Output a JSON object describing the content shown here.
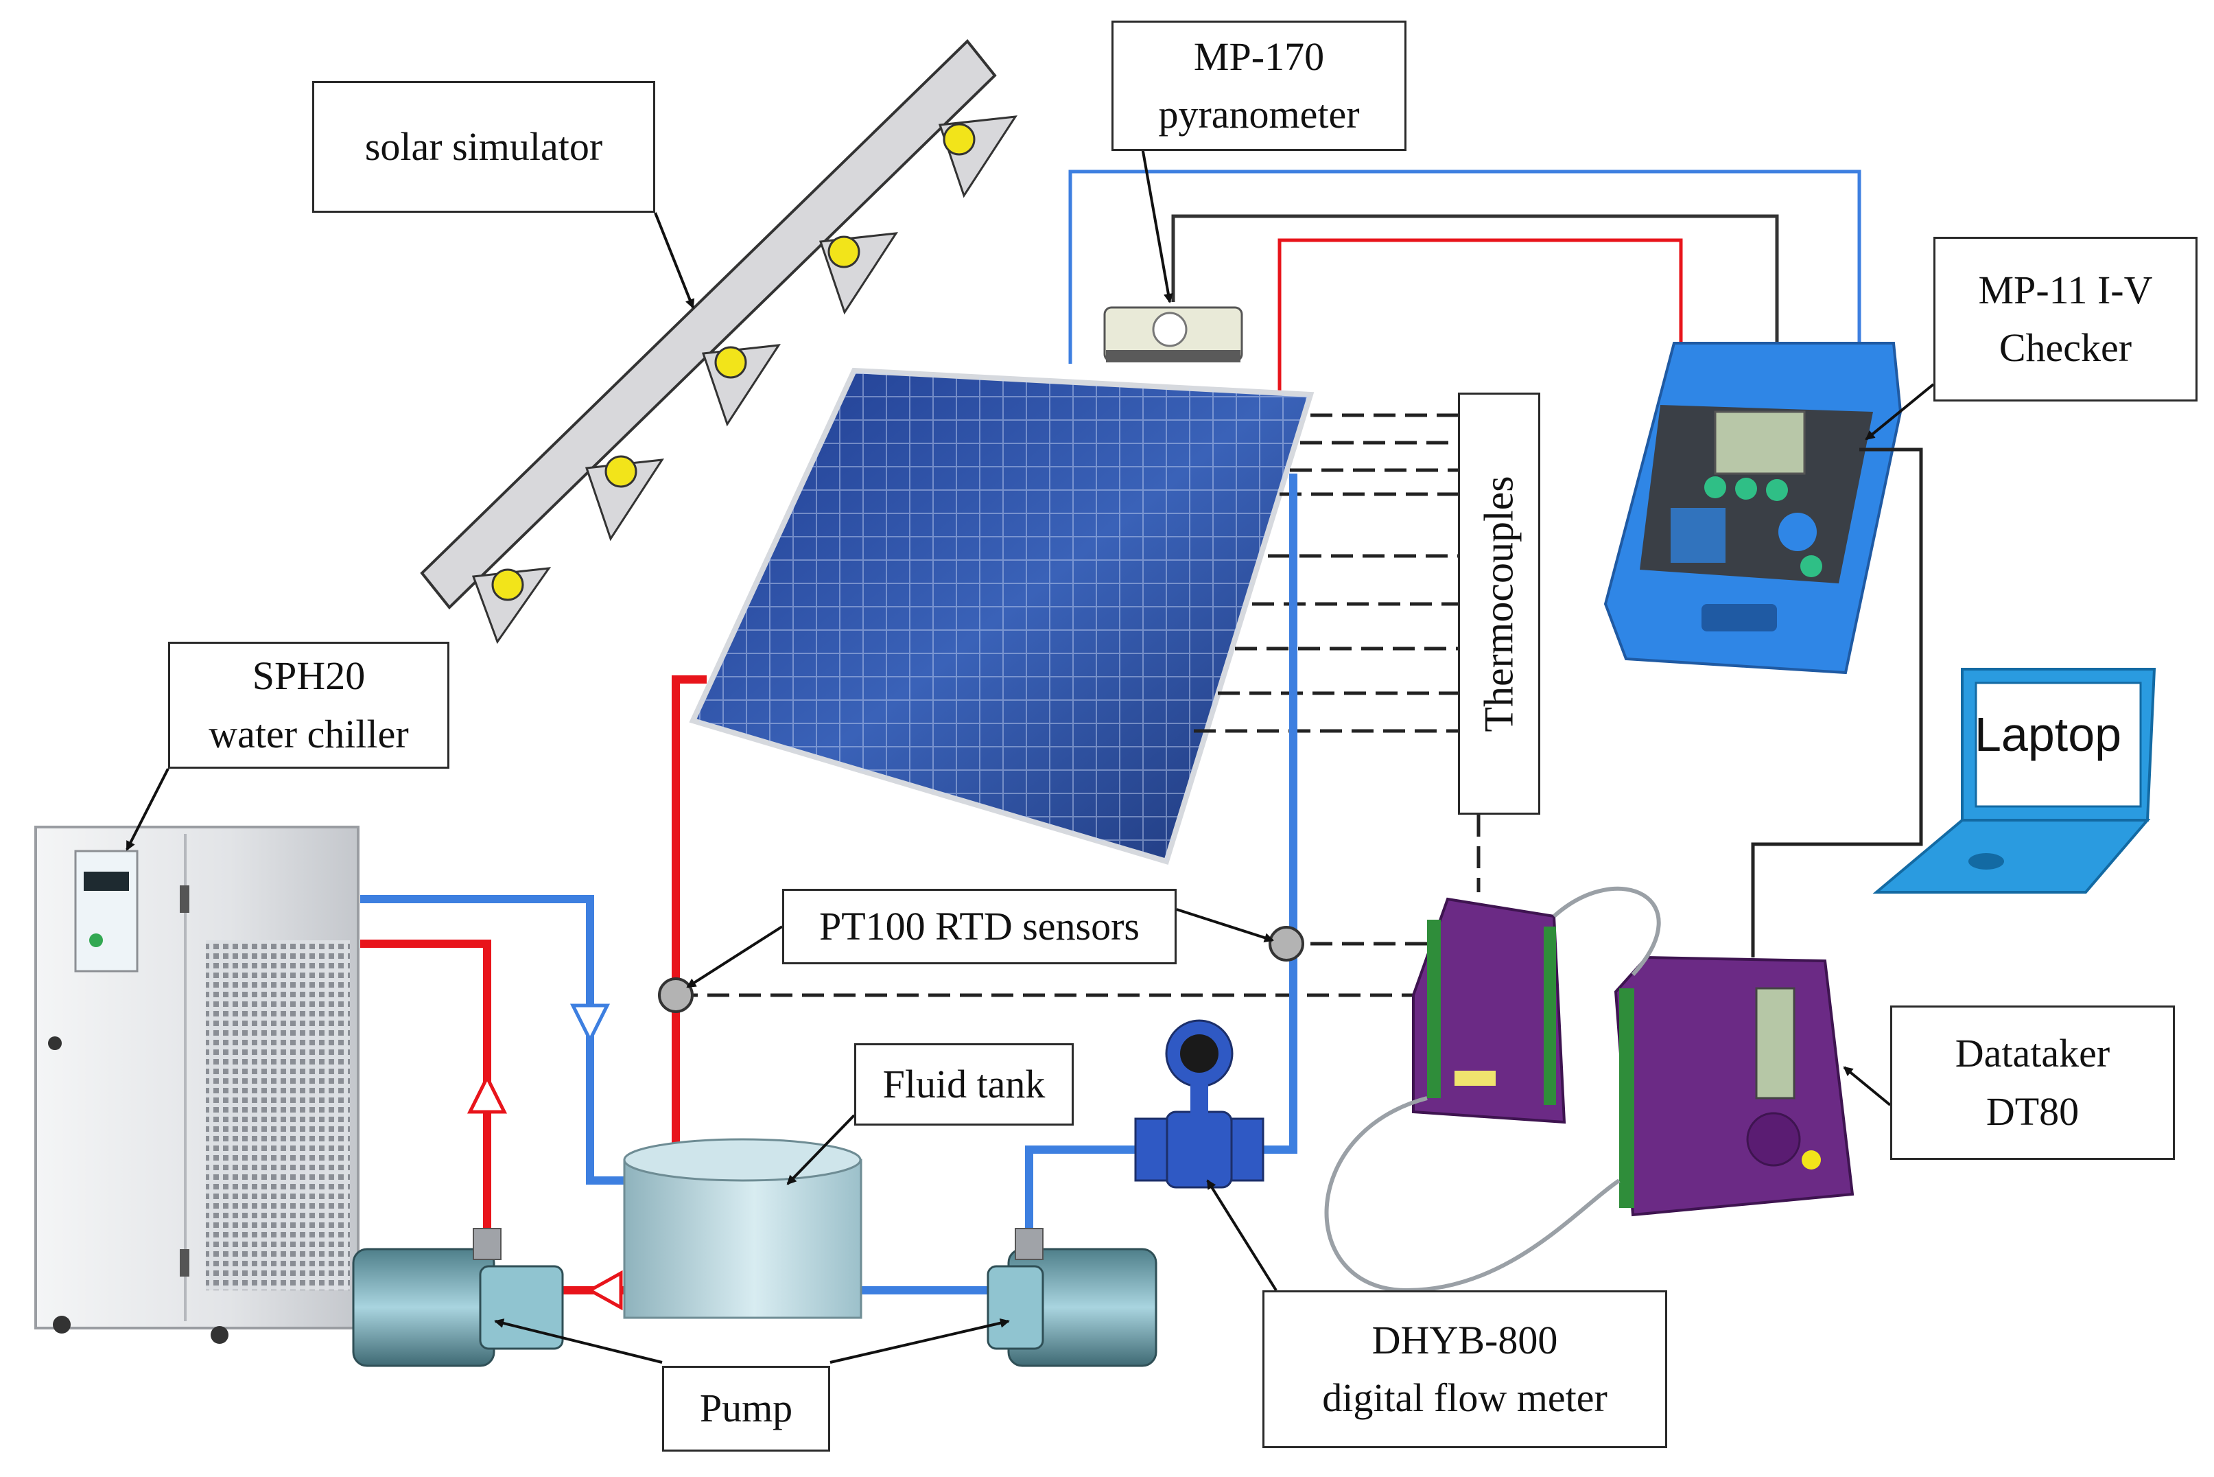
{
  "labels": {
    "solar_simulator": "solar simulator",
    "pyranometer": [
      "MP-170",
      "pyranometer"
    ],
    "iv_checker": [
      "MP-11 I-V",
      "Checker"
    ],
    "water_chiller": [
      "SPH20",
      "water chiller"
    ],
    "thermocouples": "Thermocouples",
    "laptop": "Laptop",
    "rtd_sensors": "PT100 RTD sensors",
    "fluid_tank": "Fluid tank",
    "datataker": [
      "Datataker",
      "DT80"
    ],
    "flow_meter": [
      "DHYB-800",
      "digital flow meter"
    ],
    "pump": "Pump"
  },
  "colors": {
    "hot_line": "#e8141b",
    "cold_line": "#3d7fe0",
    "signal_line": "#333333",
    "panel": "#2c4a9e",
    "checker_body": "#2f86e6",
    "logger": "#6b2a85",
    "lamp": "#f2e41a"
  }
}
